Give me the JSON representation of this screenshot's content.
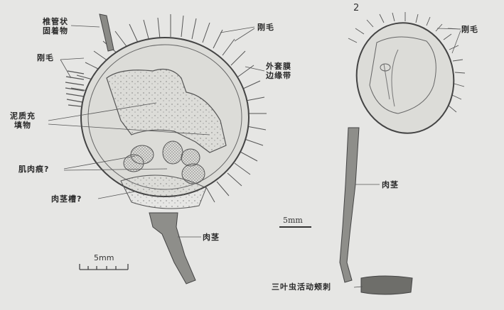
{
  "figure": {
    "panel_1": {
      "labels": {
        "tube_attachment": [
          "椎管状",
          "固着物"
        ],
        "setae_top": "刚毛",
        "setae_left": "刚毛",
        "mantle_margin": [
          "外套膜",
          "边缘带"
        ],
        "mud_fill": [
          "泥质充",
          "填物"
        ],
        "muscle_scar": "肌肉痕?",
        "pedicle_groove": "肉茎槽?",
        "pedicle": "肉茎"
      },
      "scale_bar": "5mm"
    },
    "panel_2": {
      "number": "2",
      "labels": {
        "setae": "刚毛",
        "pedicle": "肉茎",
        "trilobite_fragment": "三叶虫活动颊刺"
      },
      "scale_bar": "5mm"
    },
    "colors": {
      "background": "#e6e6e4",
      "ink": "#3a3a3a",
      "shell_fill": "#dcdcd8"
    }
  }
}
